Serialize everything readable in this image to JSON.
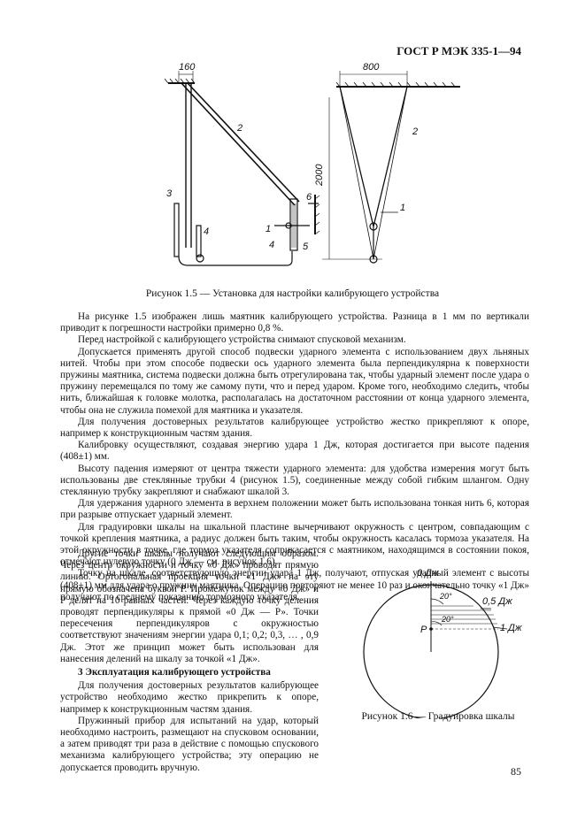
{
  "header": {
    "standard": "ГОСТ Р МЭК 335-1—94"
  },
  "figure15": {
    "caption": "Рисунок 1.5 — Установка для настройки калибрующего устройства",
    "dim_left": "160",
    "dim_right": "800",
    "dim_height": "2000",
    "labels": {
      "l1": "1",
      "l2": "2",
      "l3": "3",
      "l4": "4",
      "l5": "5",
      "l6": "6",
      "r1": "1",
      "r2": "2"
    }
  },
  "body": {
    "p1": "На рисунке 1.5 изображен лишь маятник калибрующего устройства. Разница в 1 мм по вертикали приводит к погрешности настройки примерно 0,8 %.",
    "p2": "Перед настройкой с калибрующего устройства снимают спусковой механизм.",
    "p3": "Допускается применять другой способ подвески ударного элемента с использованием двух льняных нитей. Чтобы при этом способе подвески ось ударного элемента была перпендикулярна к поверхности пружины маятника, система подвески должна быть отрегулирована так, чтобы ударный элемент после удара о пружину перемещался по тому же самому пути, что и перед ударом. Кроме того, необходимо следить, чтобы нить, ближайшая к головке молотка, располагалась на достаточном расстоянии от конца ударного элемента, чтобы она не служила помехой для маятника и указателя.",
    "p4": "Для получения достоверных результатов калибрующее устройство жестко прикрепляют к опоре, например к конструкционным частям здания.",
    "p5": "Калибровку осуществляют, создавая энергию удара 1 Дж, которая достигается при высоте падения (408±1) мм.",
    "p6": "Высоту падения измеряют от центра тяжести ударного элемента: для удобства измерения могут быть использованы две стеклянные трубки 4 (рисунок 1.5), соединенные между собой гибким шлангом. Одну стеклянную трубку закрепляют и снабжают шкалой 3.",
    "p7": "Для удержания ударного элемента в верхнем положении может быть использована тонкая нить 6, которая при разрыве отпускает ударный элемент.",
    "p8": "Для градуировки шкалы на шкальной пластине вычерчивают окружность с центром, совпадающим с точкой крепления маятника, а радиус должен быть таким, чтобы окружность касалась тормоза указателя. На этой окружности в точке, где тормоз указателя соприкасается с маятником, находящимся в состоянии покоя, отмечают нулевую точку (0 Дж — см. рисунок 1.6).",
    "p9": "Точку на шкале, соответствующую энергии удара 1 Дж, получают, отпуская ударный элемент с высоты (408±1) мм для удара о пружину маятника. Операцию повторяют не менее 10 раз и окончательно точку «1 Дж» получают по среднему показанию тормозного указателя.",
    "p10": "Другие точки шкалы получают следующим образом. Через центр окружности и точку «0 Дж» проводят прямую линию. Ортогональная проекция точки «1 Дж» на эту прямую обозначена буквой Р. Промежуток между «0 Дж» и Р делят на 10 равных частей. Через каждую точку деления проводят перпендикуляры к прямой «0 Дж — Р». Точки пересечения перпендикуляров с окружностью соответствуют значениям энергии удара 0,1; 0,2; 0,3, … , 0,9 Дж. Этот же принцип может быть использован для нанесения делений на шкалу за точкой «1 Дж».",
    "section3": "3 Эксплуатация калибрующего устройства",
    "p11": "Для получения достоверных результатов калибрующее устройство необходимо жестко прикрепить к опоре, например к конструкционным частям здания.",
    "p12": "Пружинный прибор для испытаний на удар, который необходимо настроить, размещают на спусковом основании, а затем приводят три раза в действие с помощью спускового механизма калибрующего устройства; эту операцию не допускается проводить вручную."
  },
  "figure16": {
    "caption": "Рисунок 1.6 — Градуировка шкалы",
    "label_0": "0 Дж",
    "label_05": "0,5 Дж",
    "label_1": "1 Дж",
    "label_p": "Р",
    "angle1": "20°",
    "angle2": "20°"
  },
  "page_number": "85"
}
